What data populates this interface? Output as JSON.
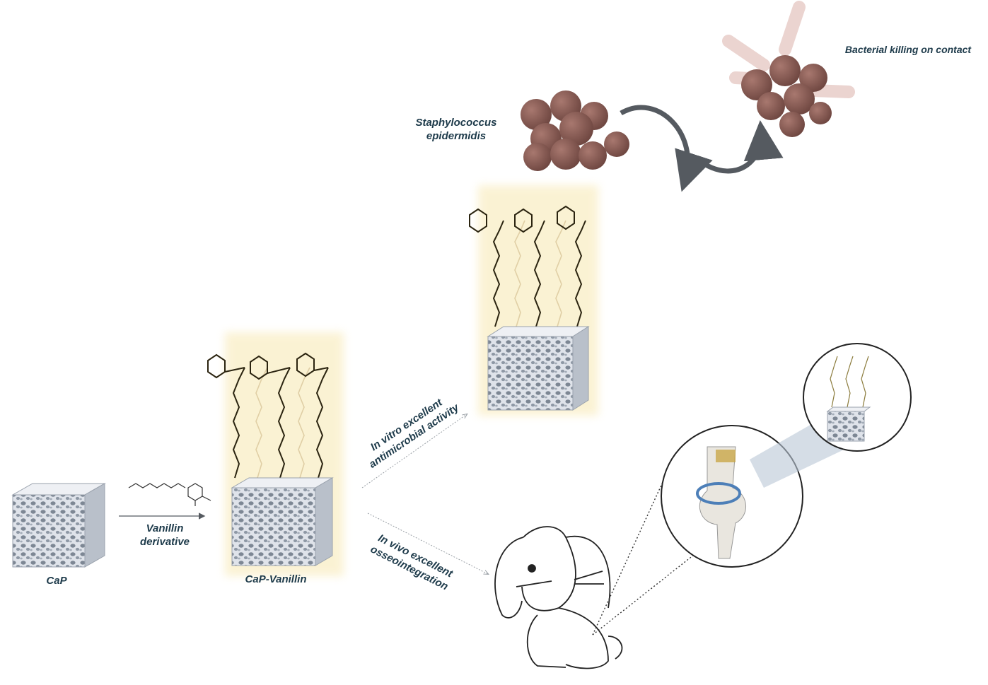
{
  "labels": {
    "cap": "CaP",
    "cap_vanillin": "CaP-Vanillin",
    "vanillin_line1": "Vanillin",
    "vanillin_line2": "derivative",
    "staph_line1": "Staphylococcus",
    "staph_line2": "epidermidis",
    "bacterial_killing": "Bacterial killing on contact",
    "invitro_line1": "In vitro excellent",
    "invitro_line2": "antimicrobial activity",
    "invivo_line1": "In vivo excellent",
    "invivo_line2": "osseointegration"
  },
  "colors": {
    "text": "#1d3a4a",
    "linker": "#2b2410",
    "glow": "#f3d77a",
    "bacteria": "#8a5a52",
    "scaffold": "#c9ced6",
    "arrow": "#555a60"
  },
  "icons": [
    "porous-scaffold-cube",
    "vanillin-molecule",
    "bacteria-cluster",
    "lysed-bacteria",
    "rabbit-outline",
    "knee-joint",
    "magnifier-circle"
  ]
}
